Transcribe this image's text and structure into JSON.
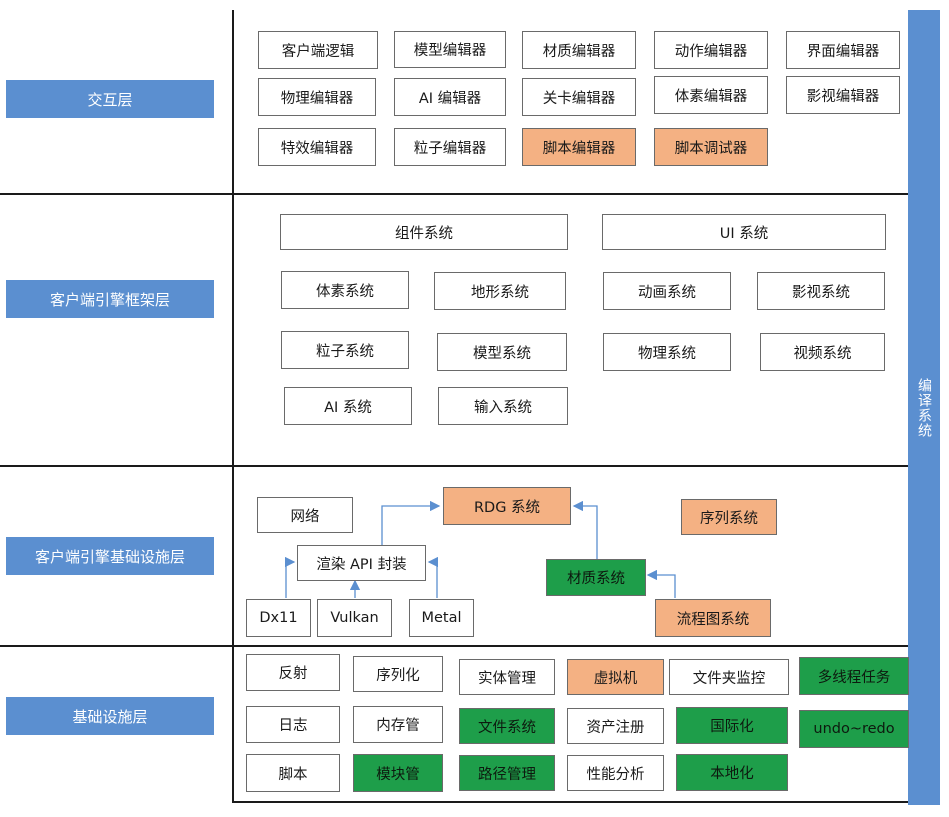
{
  "layers": {
    "interaction": "交互层",
    "framework": "客户端引擎框架层",
    "infrastructure": "客户端引擎基础设施层",
    "base": "基础设施层"
  },
  "side_bar": "编译系统",
  "interaction_boxes": [
    "客户端逻辑",
    "模型编辑器",
    "材质编辑器",
    "动作编辑器",
    "界面编辑器",
    "物理编辑器",
    "AI 编辑器",
    "关卡编辑器",
    "体素编辑器",
    "影视编辑器",
    "特效编辑器",
    "粒子编辑器",
    "脚本编辑器",
    "脚本调试器"
  ],
  "framework_boxes": [
    "组件系统",
    "UI 系统",
    "体素系统",
    "地形系统",
    "动画系统",
    "影视系统",
    "粒子系统",
    "模型系统",
    "物理系统",
    "视频系统",
    "AI 系统",
    "输入系统"
  ],
  "infra_boxes": {
    "network": "网络",
    "rdg": "RDG 系统",
    "sequence": "序列系统",
    "render_api": "渲染 API 封装",
    "material": "材质系统",
    "dx11": "Dx11",
    "vulkan": "Vulkan",
    "metal": "Metal",
    "flowgraph": "流程图系统"
  },
  "base_boxes": [
    "反射",
    "序列化",
    "实体管理",
    "虚拟机",
    "文件夹监控",
    "多线程任务",
    "日志",
    "内存管",
    "文件系统",
    "资产注册",
    "国际化",
    "undo~redo",
    "脚本",
    "模块管",
    "路径管理",
    "性能分析",
    "本地化"
  ],
  "colors": {
    "layer_blue": "#5b8fd0",
    "orange": "#f4b183",
    "green": "#1e9e4a",
    "arrow": "#5b8fd0"
  }
}
